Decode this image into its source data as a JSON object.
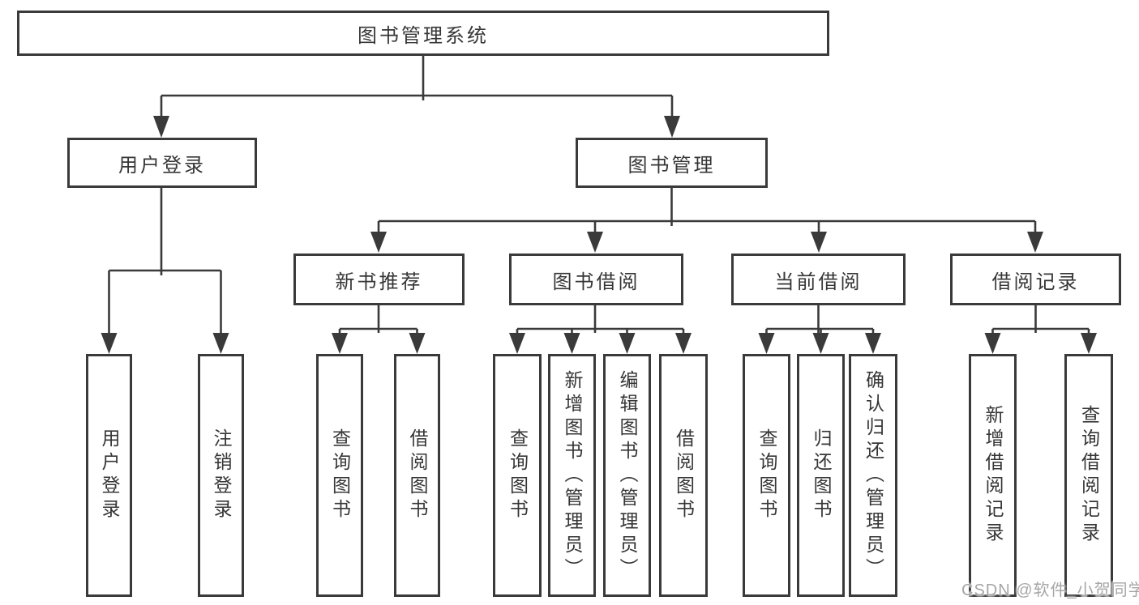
{
  "diagram": {
    "root": "图书管理系统",
    "branches": [
      {
        "label": "用户登录",
        "leaves": [
          "用户登录",
          "注销登录"
        ]
      },
      {
        "label": "图书管理",
        "groups": [
          {
            "label": "新书推荐",
            "leaves": [
              "查询图书",
              "借阅图书"
            ]
          },
          {
            "label": "图书借阅",
            "leaves": [
              "查询图书",
              "新增图书（管理员）",
              "编辑图书（管理员）",
              "借阅图书"
            ]
          },
          {
            "label": "当前借阅",
            "leaves": [
              "查询图书",
              "归还图书",
              "确认归还（管理员）"
            ]
          },
          {
            "label": "借阅记录",
            "leaves": [
              "新增借阅记录",
              "查询借阅记录"
            ]
          }
        ]
      }
    ]
  },
  "watermark": "CSDN @软件_小贺同学",
  "colors": {
    "line": "#3a3a3a",
    "text": "#363636",
    "background": "#ffffff",
    "watermark": "#a6a6a6"
  }
}
